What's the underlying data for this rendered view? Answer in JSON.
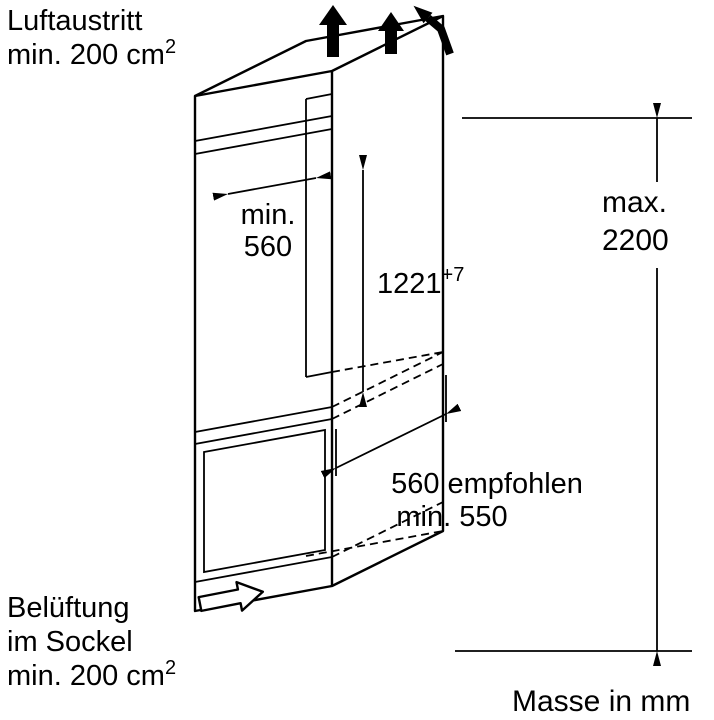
{
  "colors": {
    "ink": "#000000",
    "background": "#ffffff"
  },
  "labels": {
    "air_outlet": {
      "line1": "Luftaustritt",
      "line2_base": "min. 200 cm",
      "line2_sup": "2"
    },
    "interior_width": {
      "word": "min.",
      "value": "560"
    },
    "niche_height": {
      "value": "1221",
      "tolerance": "+7"
    },
    "max_height": {
      "word": "max.",
      "value": "2200"
    },
    "depth": {
      "recommended": "560 empfohlen",
      "minimum": "min. 550"
    },
    "plinth_vent": {
      "line1": "Belüftung",
      "line2": "im Sockel",
      "line3_base": "min. 200 cm",
      "line3_sup": "2"
    },
    "units_note": "Masse in mm"
  }
}
